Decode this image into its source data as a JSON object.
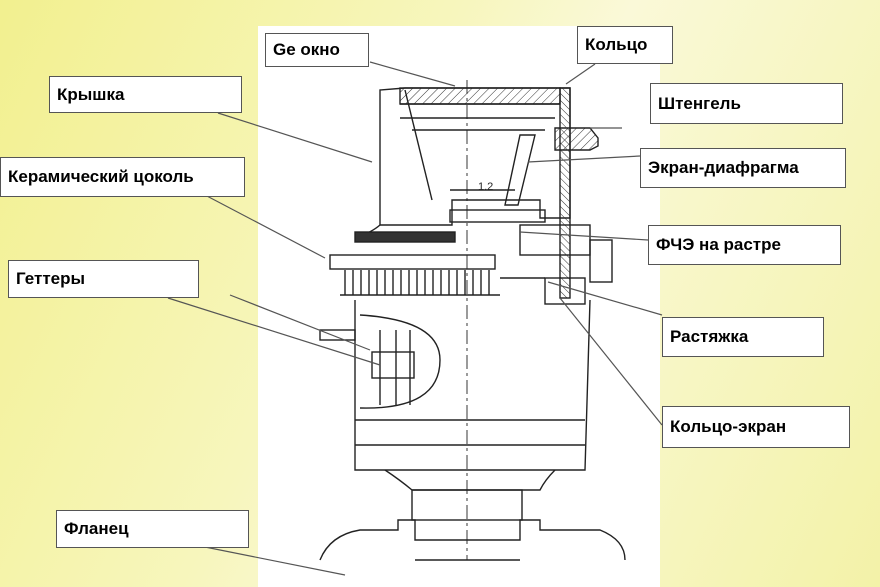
{
  "labels": {
    "ge_window": "Ge окно",
    "ring": "Кольцо",
    "lid": "Крышка",
    "stem": "Штенгель",
    "ceramic_base": "Керамический цоколь",
    "screen_diaphragm": "Экран-диафрагма",
    "pse_on_raster": "ФЧЭ на растре",
    "getters": "Геттеры",
    "stretch": "Растяжка",
    "ring_screen": "Кольцо-экран",
    "flange": "Фланец"
  },
  "dimension": "1.2",
  "colors": {
    "background": "#f5f3b0",
    "drawing_paper": "#ffffff",
    "line": "#222222"
  }
}
